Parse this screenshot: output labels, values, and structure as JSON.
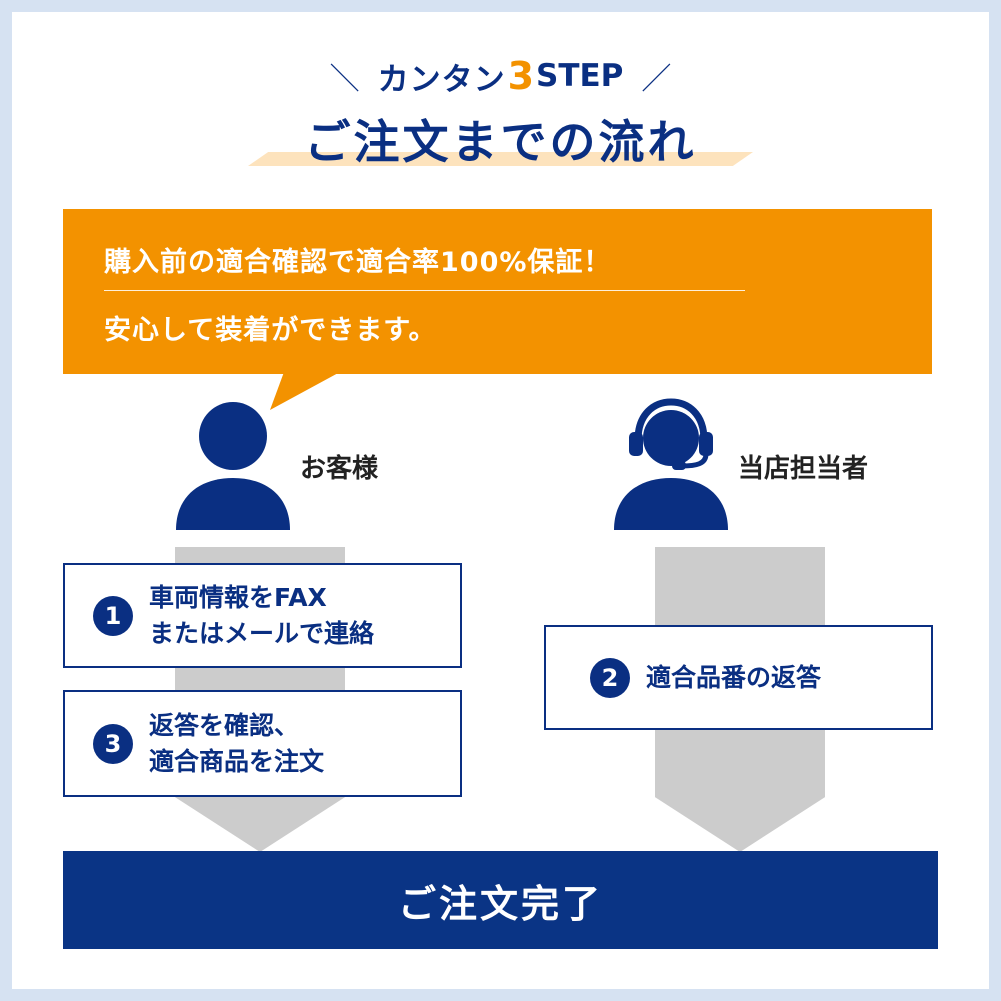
{
  "header": {
    "step_prefix": "カンタン",
    "step_number": "3",
    "step_word": "STEP",
    "title": "ご注文までの流れ"
  },
  "banner": {
    "line1": "購入前の適合確認で適合率100%保証！",
    "line2": "安心して装着ができます。"
  },
  "actors": {
    "customer": {
      "label": "お客様",
      "icon": "person-icon"
    },
    "staff": {
      "label": "当店担当者",
      "icon": "headset-operator-icon"
    }
  },
  "steps": [
    {
      "number": "1",
      "lines": [
        "車両情報をFAX",
        "またはメールで連絡"
      ]
    },
    {
      "number": "2",
      "lines": [
        "適合品番の返答"
      ]
    },
    {
      "number": "3",
      "lines": [
        "返答を確認、",
        "適合商品を注文"
      ]
    }
  ],
  "complete": {
    "label": "ご注文完了"
  },
  "colors": {
    "navy": "#0a2f82",
    "orange": "#f39200",
    "arrow_gray": "#cccccc",
    "frame": "#d6e2f2"
  }
}
